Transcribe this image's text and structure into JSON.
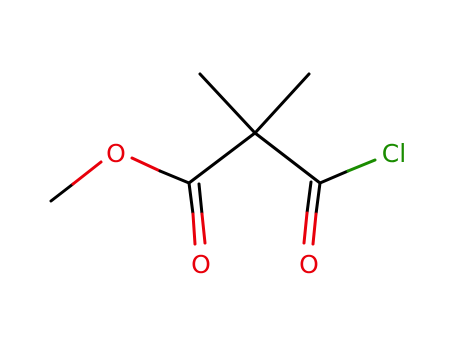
{
  "structure": {
    "atoms": {
      "ester_oxygen": {
        "symbol": "O",
        "color": "#e8000b"
      },
      "ester_carbonyl_oxygen": {
        "symbol": "O",
        "color": "#e8000b"
      },
      "acyl_carbonyl_oxygen": {
        "symbol": "O",
        "color": "#e8000b"
      },
      "chlorine": {
        "symbol": "Cl",
        "color": "#1a8c00"
      }
    },
    "colors": {
      "bond": "#000000",
      "oxygen": "#e8000b",
      "chlorine": "#1a8c00",
      "background": "#ffffff"
    }
  }
}
